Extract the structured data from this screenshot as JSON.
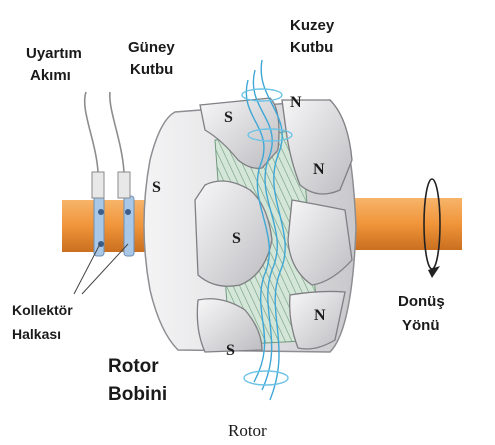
{
  "labels": {
    "excitation_current": [
      "Uyartım",
      "Akımı"
    ],
    "south_pole": [
      "Güney",
      "Kutbu"
    ],
    "north_pole": [
      "Kuzey",
      "Kutbu"
    ],
    "slip_ring": [
      "Kollektör",
      "Halkası"
    ],
    "rotor_coil": [
      "Rotor",
      "Bobini"
    ],
    "rotation_direction": [
      "Donüş",
      "Yönü"
    ],
    "rotor": "Rotor"
  },
  "poles": {
    "south": "S",
    "north": "N"
  },
  "colors": {
    "shaft": "#f0953a",
    "shaft_dark": "#c96f1f",
    "body": "#e4e4e6",
    "body_shade": "#b9b9bd",
    "winding": "#cfe3d4",
    "flux": "#3fa7d6",
    "ring": "#a9c8e8"
  }
}
